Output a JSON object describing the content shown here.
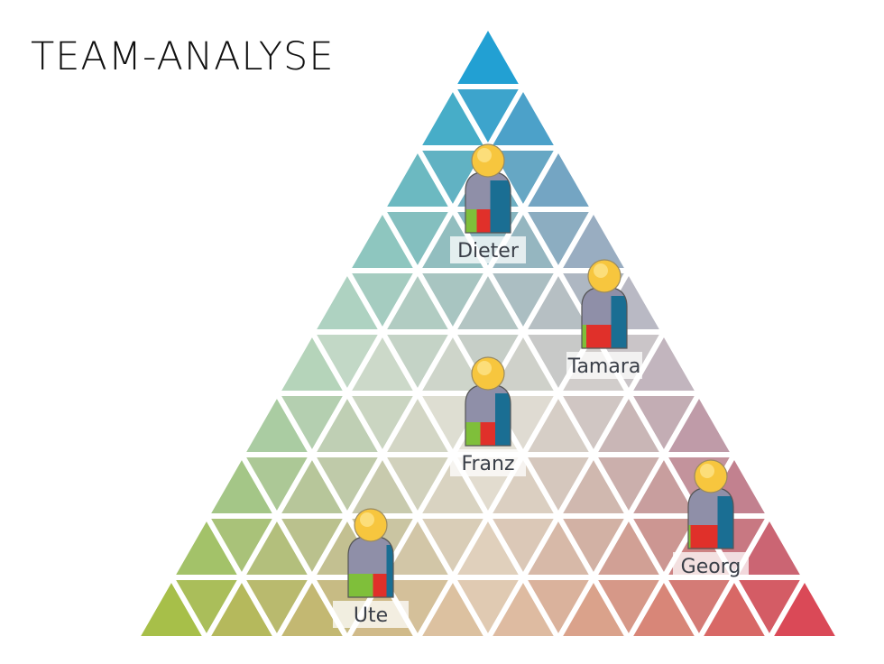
{
  "title": "TEAM-ANALYSE",
  "colors": {
    "top": "#0a9edc",
    "left": "#a6c23a",
    "right": "#e2374a",
    "center": "#f6f2e8"
  },
  "members": [
    {
      "name": "Dieter",
      "shares": {
        "green": 0.25,
        "red": 0.3,
        "blue": 0.45
      }
    },
    {
      "name": "Tamara",
      "shares": {
        "green": 0.1,
        "red": 0.55,
        "blue": 0.35
      }
    },
    {
      "name": "Franz",
      "shares": {
        "green": 0.33,
        "red": 0.33,
        "blue": 0.34
      }
    },
    {
      "name": "Georg",
      "shares": {
        "green": 0.05,
        "red": 0.6,
        "blue": 0.35
      }
    },
    {
      "name": "Ute",
      "shares": {
        "green": 0.55,
        "red": 0.3,
        "blue": 0.15
      }
    }
  ]
}
